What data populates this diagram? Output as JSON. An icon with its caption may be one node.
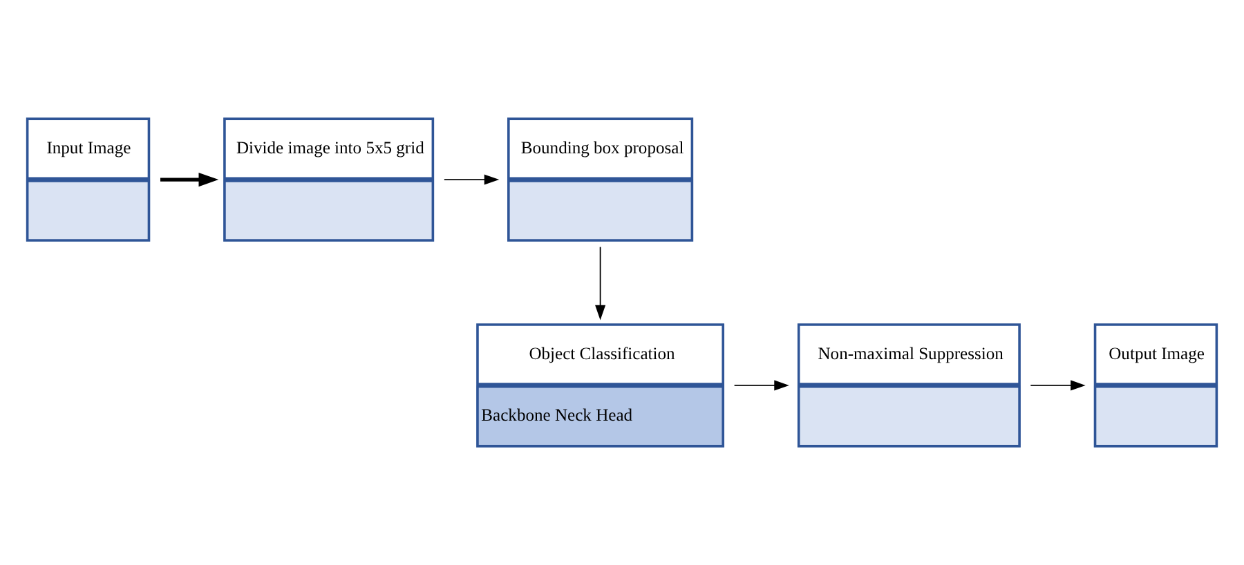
{
  "diagram": {
    "nodes": [
      {
        "text": [
          "Input Image"
        ]
      },
      {
        "text": [
          "Divide image into 5x5 grid"
        ]
      },
      {
        "text": [
          "Bounding box proposal"
        ]
      },
      {
        "text": [
          "Object Classification",
          "Backbone Neck Head"
        ]
      },
      {
        "text": [
          "Non-maximal Suppression"
        ]
      },
      {
        "text": [
          "Output Image"
        ]
      }
    ],
    "edges": [
      {
        "from": 0,
        "to": 1,
        "arrow": "to",
        "style": "thick"
      },
      {
        "from": 1,
        "to": 2,
        "arrow": "to"
      },
      {
        "from": 2,
        "to": 3,
        "arrow": "to"
      },
      {
        "from": 3,
        "to": 4,
        "arrow": "to"
      },
      {
        "from": 4,
        "to": 5,
        "arrow": "to"
      }
    ]
  }
}
